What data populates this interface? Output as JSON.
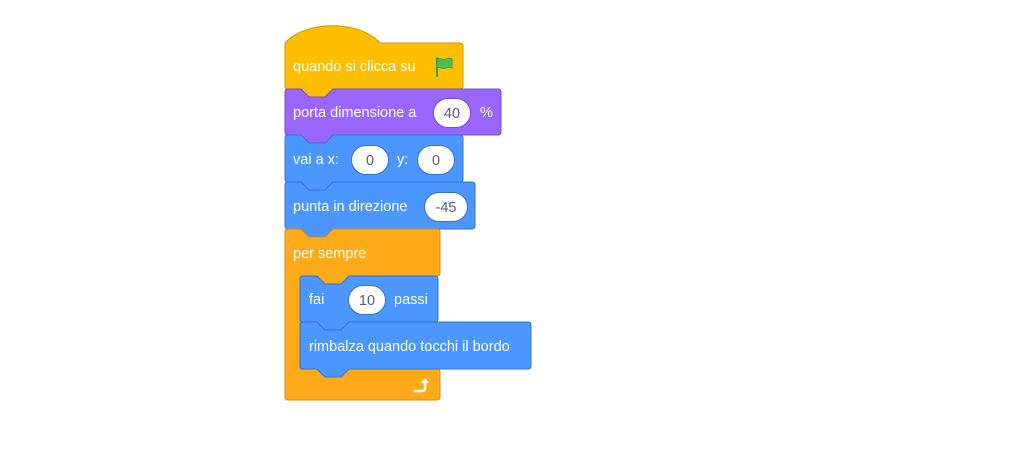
{
  "colors": {
    "events": "#ffbf00",
    "looks": "#9966ff",
    "motion": "#4c97ff",
    "control": "#ffab19",
    "flag_green": "#4cbf56"
  },
  "script": {
    "hat": {
      "label": "quando si clicca su",
      "icon": "green-flag-icon"
    },
    "set_size": {
      "label": "porta dimensione a",
      "value": "40",
      "unit": "%"
    },
    "goto": {
      "label": "vai a x:",
      "x_value": "0",
      "y_label": "y:",
      "y_value": "0"
    },
    "point_direction": {
      "label": "punta in direzione",
      "value": "-45"
    },
    "forever": {
      "label": "per sempre",
      "icon": "loop-arrow-icon"
    },
    "move": {
      "label": "fai",
      "value": "10",
      "suffix": "passi"
    },
    "bounce": {
      "label": "rimbalza quando tocchi il bordo"
    }
  }
}
